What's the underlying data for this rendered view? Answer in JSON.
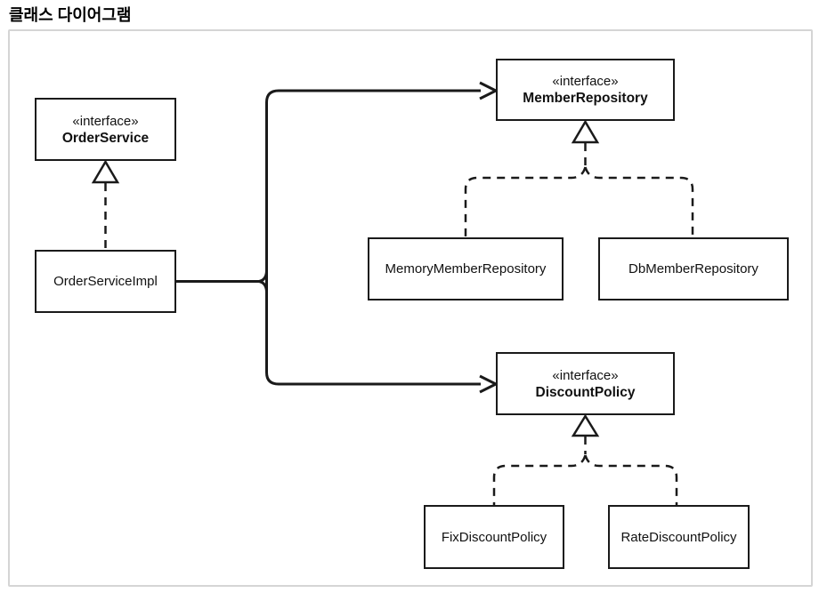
{
  "page": {
    "title": "클래스 다이어그램"
  },
  "colors": {
    "line": "#1a1a1a",
    "frame_border": "#d5d5d5",
    "box_background": "#ffffff",
    "text": "#111111"
  },
  "diagram": {
    "classes": [
      {
        "id": "order-service",
        "kind": "interface",
        "stereotype": "«interface»",
        "name": "OrderService"
      },
      {
        "id": "order-service-impl",
        "kind": "class",
        "name": "OrderServiceImpl"
      },
      {
        "id": "member-repository",
        "kind": "interface",
        "stereotype": "«interface»",
        "name": "MemberRepository"
      },
      {
        "id": "memory-member-repository",
        "kind": "class",
        "name": "MemoryMemberRepository"
      },
      {
        "id": "db-member-repository",
        "kind": "class",
        "name": "DbMemberRepository"
      },
      {
        "id": "discount-policy",
        "kind": "interface",
        "stereotype": "«interface»",
        "name": "DiscountPolicy"
      },
      {
        "id": "fix-discount-policy",
        "kind": "class",
        "name": "FixDiscountPolicy"
      },
      {
        "id": "rate-discount-policy",
        "kind": "class",
        "name": "RateDiscountPolicy"
      }
    ],
    "relations": [
      {
        "type": "realization",
        "from": "OrderServiceImpl",
        "to": "OrderService"
      },
      {
        "type": "dependency",
        "from": "OrderServiceImpl",
        "to": "MemberRepository"
      },
      {
        "type": "dependency",
        "from": "OrderServiceImpl",
        "to": "DiscountPolicy"
      },
      {
        "type": "realization",
        "from": "MemoryMemberRepository",
        "to": "MemberRepository"
      },
      {
        "type": "realization",
        "from": "DbMemberRepository",
        "to": "MemberRepository"
      },
      {
        "type": "realization",
        "from": "FixDiscountPolicy",
        "to": "DiscountPolicy"
      },
      {
        "type": "realization",
        "from": "RateDiscountPolicy",
        "to": "DiscountPolicy"
      }
    ]
  }
}
